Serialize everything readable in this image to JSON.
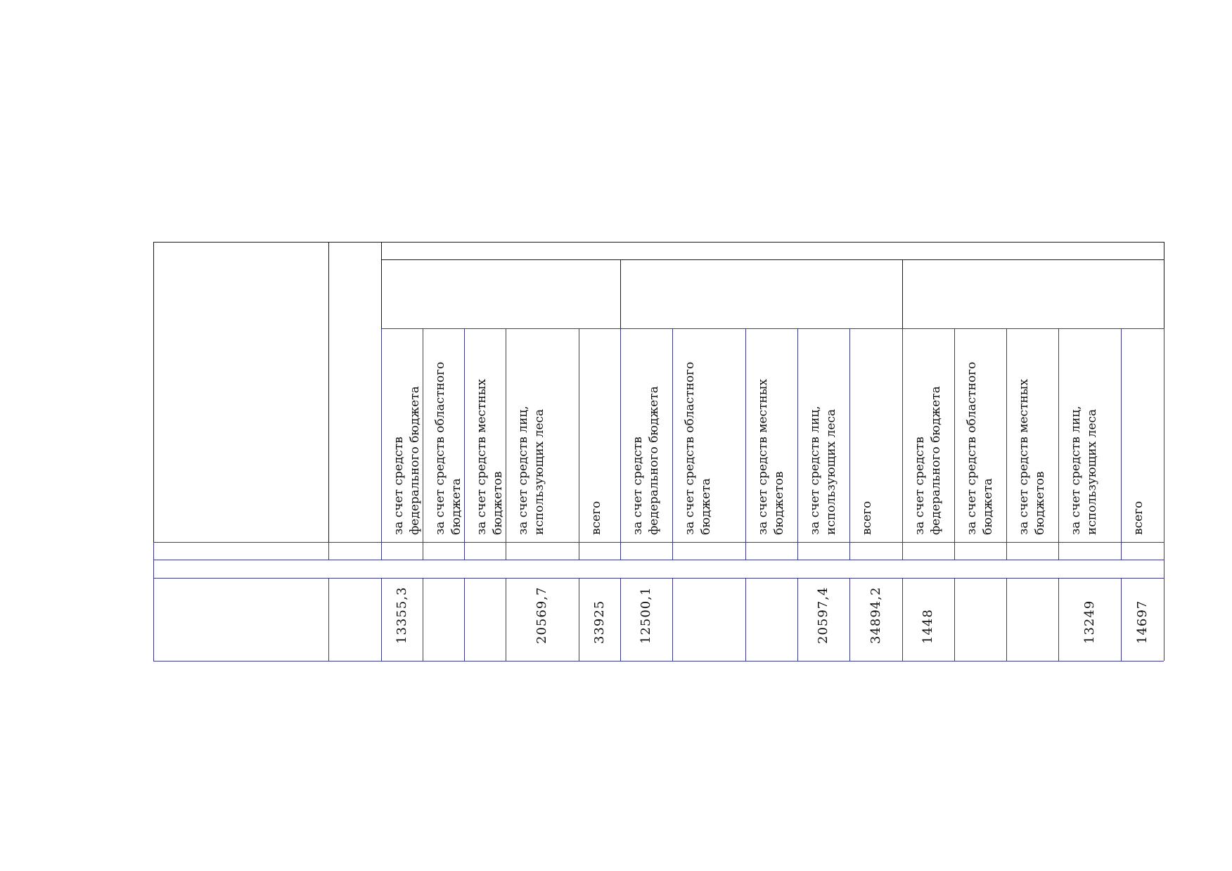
{
  "header_groups": [
    {
      "columns": [
        {
          "label": "за счет средств федерального бюджета"
        },
        {
          "label": "за счет средств областного бюджета"
        },
        {
          "label": "за счет средств местных бюджетов"
        },
        {
          "label": "за счет средств лиц, использующих леса"
        },
        {
          "label": "всего"
        }
      ]
    },
    {
      "columns": [
        {
          "label": "за счет средств федерального бюджета"
        },
        {
          "label": "за счет средств областного бюджета"
        },
        {
          "label": "за счет средств местных бюджетов"
        },
        {
          "label": "за счет средств лиц, использующих леса"
        },
        {
          "label": "всего"
        }
      ]
    },
    {
      "columns": [
        {
          "label": "за счет средств федерального бюджета"
        },
        {
          "label": "за счет средств областного бюджета"
        },
        {
          "label": "за счет средств местных бюджетов"
        },
        {
          "label": "за счет средств лиц, использующих леса"
        },
        {
          "label": "всего"
        }
      ]
    }
  ],
  "data_row": {
    "values": [
      "13355,3",
      "",
      "",
      "20569,7",
      "33925",
      "12500,1",
      "",
      "",
      "20597,4",
      "34894,2",
      "1448",
      "",
      "",
      "13249",
      "14697"
    ]
  }
}
